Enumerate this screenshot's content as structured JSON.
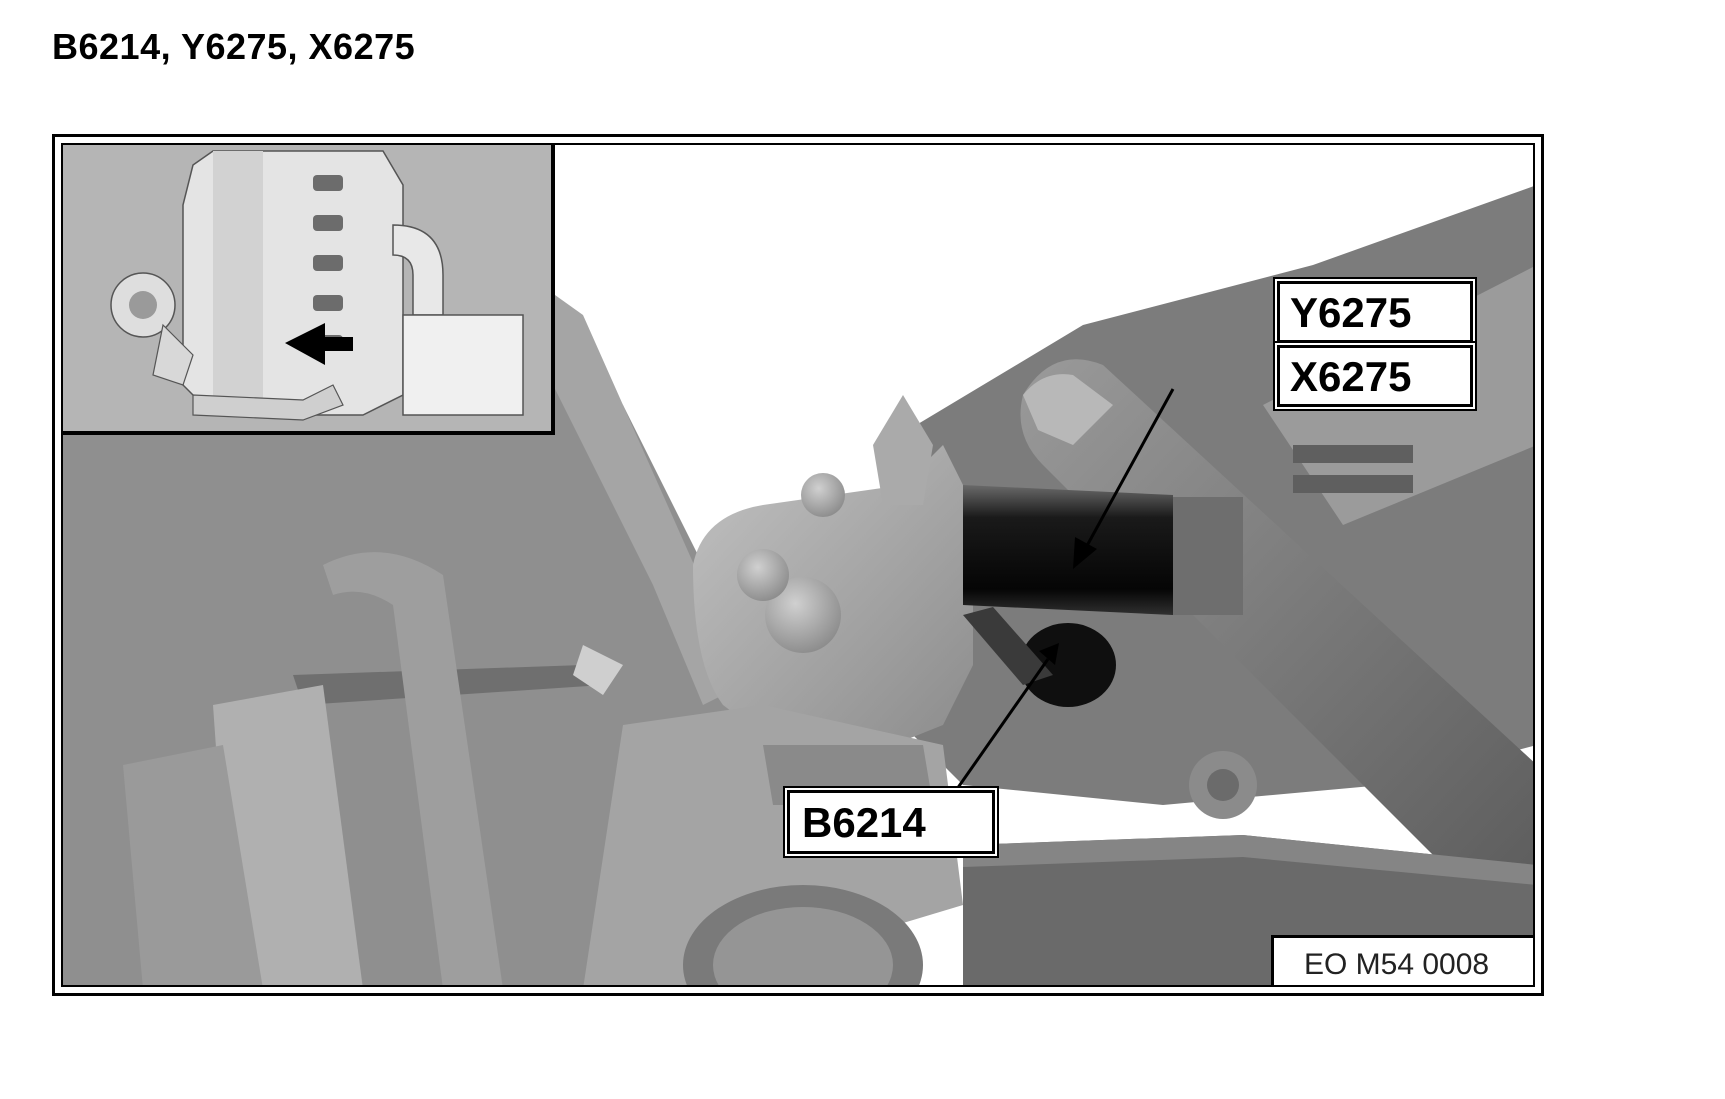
{
  "title": "B6214, Y6275, X6275",
  "callouts": {
    "y": "Y6275",
    "x": "X6275",
    "b": "B6214"
  },
  "reference": "EO M54 0008",
  "colors": {
    "background": "#ffffff",
    "border": "#000000",
    "component_dark": "#111111",
    "scene_mid": "#8a8a8a",
    "scene_light": "#c8c8c8"
  },
  "icons": {
    "locator_arrow": "arrow-right-icon"
  }
}
